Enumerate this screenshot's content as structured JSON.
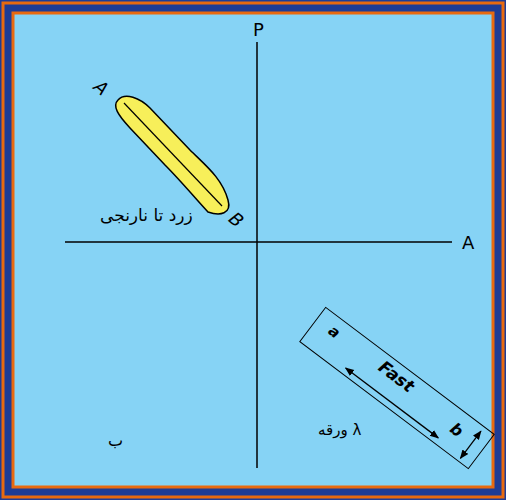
{
  "diagram": {
    "nodes": [
      {
        "text": [
          "a",
          "Fast",
          "b"
        ]
      }
    ],
    "labels": [
      "P",
      "A",
      "A",
      "B",
      "زرد تا نارنجی",
      "ورقه λ",
      "ب"
    ]
  }
}
